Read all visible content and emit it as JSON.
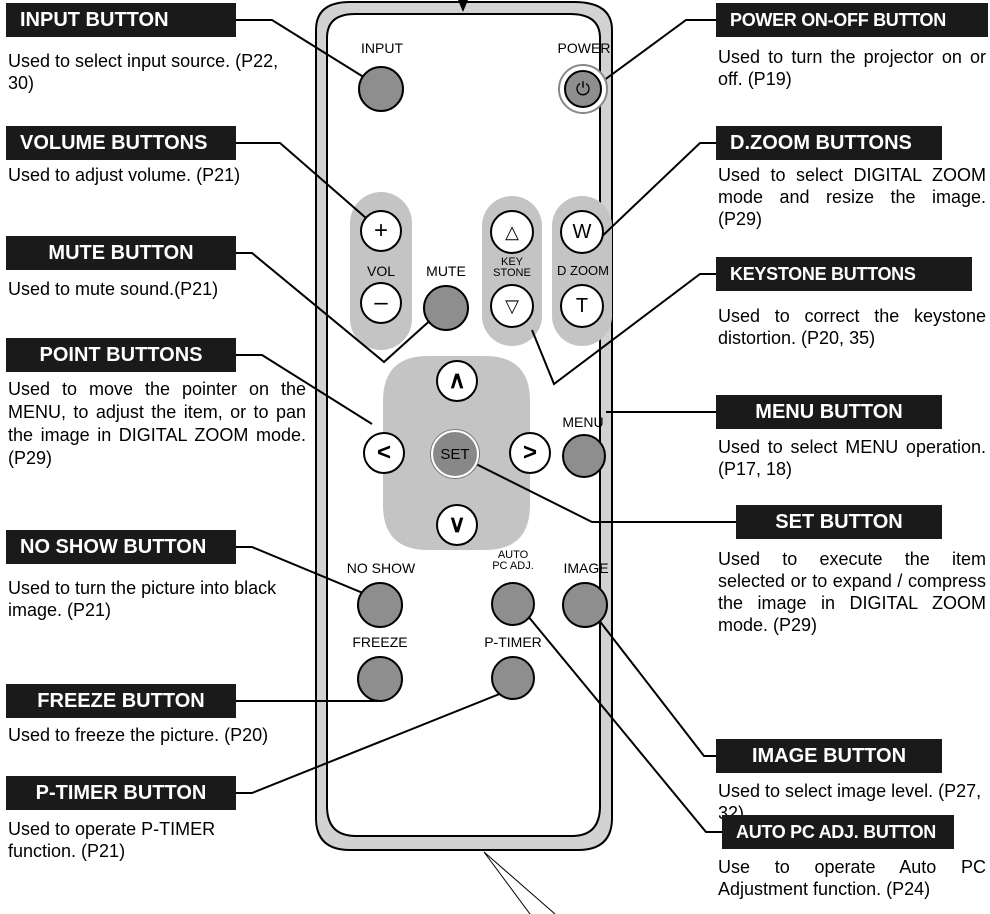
{
  "remote": {
    "input": "INPUT",
    "power": "POWER",
    "vol": "VOL",
    "mute": "MUTE",
    "keystone_line1": "KEY",
    "keystone_line2": "STONE",
    "dzoom": "D.ZOOM",
    "menu": "MENU",
    "set": "SET",
    "no_show": "NO SHOW",
    "auto_line1": "AUTO",
    "auto_line2": "PC ADJ.",
    "image": "IMAGE",
    "freeze": "FREEZE",
    "ptimer": "P-TIMER",
    "vol_plus": "+",
    "vol_minus": "–",
    "zoom_w": "W",
    "zoom_t": "T",
    "key_up": "△",
    "key_down": "▽",
    "point_up": "∧",
    "point_down": "∨",
    "point_left": "<",
    "point_right": ">",
    "power_symbol": "⏻"
  },
  "callouts": [
    {
      "title": "INPUT BUTTON",
      "desc": "Used to select input source. (P22, 30)"
    },
    {
      "title": "VOLUME BUTTONS",
      "desc": "Used to adjust volume. (P21)"
    },
    {
      "title": "MUTE BUTTON",
      "desc": "Used to mute sound.(P21)"
    },
    {
      "title": "POINT BUTTONS",
      "desc": "Used to move the pointer on the MENU, to adjust the item, or to pan the image in DIGITAL ZOOM mode. (P29)"
    },
    {
      "title": "NO SHOW BUTTON",
      "desc": "Used to turn the picture into black image. (P21)"
    },
    {
      "title": "FREEZE BUTTON",
      "desc": "Used to freeze the picture. (P20)"
    },
    {
      "title": "P-TIMER BUTTON",
      "desc": "Used to operate P-TIMER function. (P21)"
    },
    {
      "title": "POWER ON-OFF BUTTON",
      "desc": "Used to turn the projector on or off. (P19)"
    },
    {
      "title": "D.ZOOM BUTTONS",
      "desc": "Used to select DIGITAL ZOOM mode and resize the image. (P29)"
    },
    {
      "title": "KEYSTONE BUTTONS",
      "desc": "Used to correct the keystone distortion. (P20, 35)"
    },
    {
      "title": "MENU BUTTON",
      "desc": "Used to select MENU operation. (P17, 18)"
    },
    {
      "title": "SET BUTTON",
      "desc": "Used to execute the item selected or to expand / compress the image in DIGITAL ZOOM mode. (P29)"
    },
    {
      "title": "IMAGE BUTTON",
      "desc": "Used to select image level. (P27, 32)"
    },
    {
      "title": "AUTO PC ADJ. BUTTON",
      "desc": "Use to operate Auto PC Adjustment function. (P24)"
    }
  ]
}
